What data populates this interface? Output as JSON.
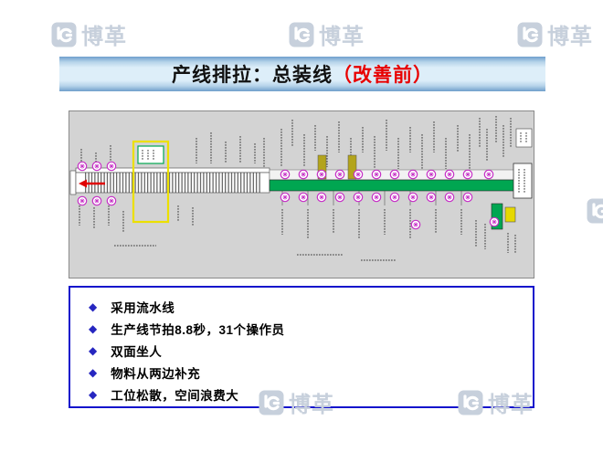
{
  "brand": {
    "name": "博革"
  },
  "title": {
    "main": "产线排拉：总装线",
    "suffix": "（改善前）"
  },
  "diagram": {
    "colors": {
      "panel_bg": "#d3d3d3",
      "flow_line_green": "#00a651",
      "operator_station": "#c630c6",
      "kanban_frame_yellow": "#ece000",
      "material_bar_olive": "#b3a41c",
      "flow_arrow_red": "#e00000"
    }
  },
  "notes": {
    "bullet_glyph": "◆",
    "items": [
      "采用流水线",
      "生产线节拍8.8秒，31个操作员",
      "双面坐人",
      "物料从两边补充",
      "工位松散，空间浪费大"
    ]
  }
}
